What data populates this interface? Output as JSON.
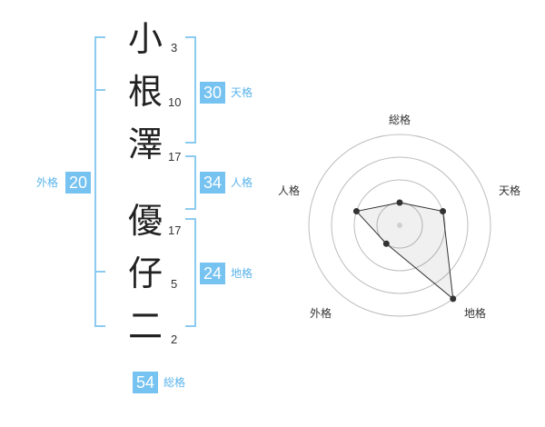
{
  "name": {
    "chars": [
      {
        "char": "小",
        "strokes": "3"
      },
      {
        "char": "根",
        "strokes": "10"
      },
      {
        "char": "澤",
        "strokes": "17"
      },
      {
        "char": "優",
        "strokes": "17"
      },
      {
        "char": "仔",
        "strokes": "5"
      },
      {
        "char": "二",
        "strokes": "2"
      }
    ]
  },
  "kakusu": {
    "tenkaku": {
      "value": "30",
      "label": "天格"
    },
    "jinkaku": {
      "value": "34",
      "label": "人格"
    },
    "chikaku": {
      "value": "24",
      "label": "地格"
    },
    "gaikaku": {
      "value": "20",
      "label": "外格"
    },
    "soukaku": {
      "value": "54",
      "label": "総格"
    }
  },
  "colors": {
    "accent": "#76c2f0",
    "bracket": "#8ccbf0",
    "label": "#5ab4ec"
  },
  "chart_data": {
    "type": "radar",
    "axes": [
      "総格",
      "天格",
      "地格",
      "外格",
      "人格"
    ],
    "levels": 4,
    "values": [
      1,
      2,
      4,
      1,
      2
    ],
    "max": 4
  }
}
